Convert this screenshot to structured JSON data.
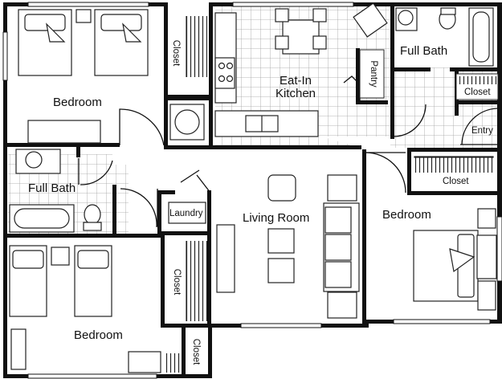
{
  "plan": {
    "rooms": {
      "bedroom_top_left": "Bedroom",
      "full_bath_left": "Full Bath",
      "bedroom_bottom_left": "Bedroom",
      "eat_in_kitchen": "Eat-In\nKitchen",
      "pantry": "Pantry",
      "full_bath_right": "Full Bath",
      "living_room": "Living Room",
      "laundry": "Laundry",
      "bedroom_right": "Bedroom",
      "entry": "Entry"
    },
    "closets": {
      "top_left": "Closet",
      "bottom_left_mid": "Closet",
      "bottom_left_small": "Closet",
      "bath_right": "Closet",
      "bedroom_right": "Closet"
    },
    "colors": {
      "wall": "#111111",
      "tile": "#9a9a9a",
      "fixture": "#222222"
    }
  }
}
